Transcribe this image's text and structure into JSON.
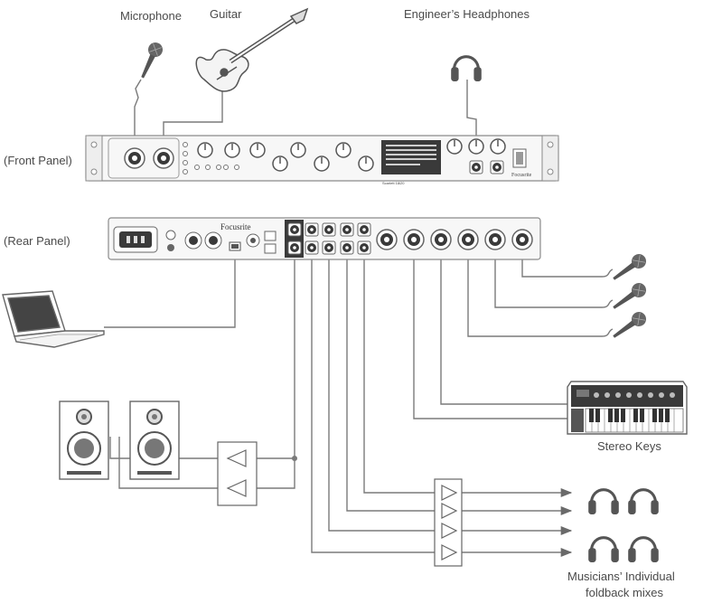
{
  "labels": {
    "microphone": "Microphone",
    "guitar": "Guitar",
    "engineers_headphones": "Engineer’s Headphones",
    "front_panel": "(Front Panel)",
    "rear_panel": "(Rear Panel)",
    "stereo_keys": "Stereo Keys",
    "foldback_line1": "Musicians’ Individual",
    "foldback_line2": "foldback mixes"
  },
  "brand": {
    "rear_logo": "Focusrite",
    "front_logo": "Focusrite",
    "front_model": "Scarlett 18i20"
  },
  "colors": {
    "line": "#7a7a7a",
    "device_fill": "#f7f7f7",
    "device_stroke": "#8a8a8a",
    "dark": "#3a3a3a",
    "mid": "#9a9a9a",
    "light": "#d8d8d8"
  }
}
